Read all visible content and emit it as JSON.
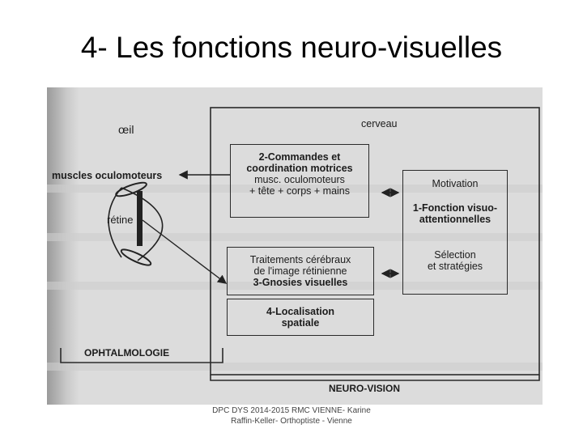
{
  "slide": {
    "title": "4- Les fonctions neuro-visuelles",
    "footer_line1": "DPC DYS 2014-2015 RMC VIENNE- Karine",
    "footer_line2": "Raffin-Keller- Orthoptiste - Vienne"
  },
  "diagram": {
    "oeil": "œil",
    "muscles": "muscles oculomoteurs",
    "retine": "rétine",
    "cerveau": "cerveau",
    "commandes": {
      "line1": "2-Commandes et",
      "line2": "coordination motrices",
      "line3": "musc. oculomoteurs",
      "line4": "+ tête + corps + mains"
    },
    "fonction": {
      "motivation": "Motivation",
      "line1": "1-Fonction visuo-",
      "line2": "attentionnelles",
      "selection1": "Sélection",
      "selection2": "et stratégies"
    },
    "traitements": {
      "line1": "Traitements cérébraux",
      "line2": "de l'image rétinienne",
      "line3": "3-Gnosies visuelles"
    },
    "localisation": {
      "line1": "4-Localisation",
      "line2": "spatiale"
    },
    "ophtalmologie": "OPHTALMOLOGIE",
    "neurovision": "NEURO-VISION"
  }
}
